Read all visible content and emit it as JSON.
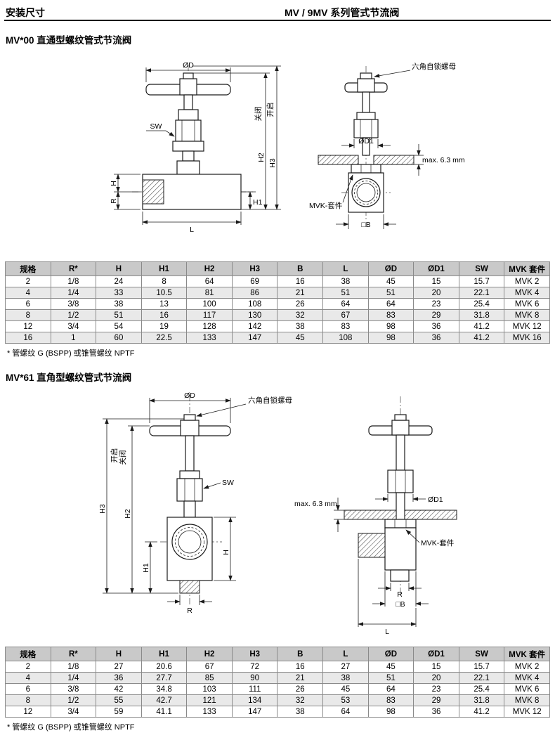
{
  "page": {
    "header_left": "安装尺寸",
    "header_right": "MV / 9MV 系列管式节流阀"
  },
  "diagram_labels": {
    "od": "ØD",
    "od1": "ØD1",
    "sw": "SW",
    "h": "H",
    "h1": "H1",
    "h2": "H2",
    "h3": "H3",
    "r": "R",
    "l": "L",
    "b": "□B",
    "open": "开启",
    "closed": "关闭",
    "hex_lock_nut": "六角自锁螺母",
    "max_panel_thickness": "max. 6.3 mm",
    "mvk_kit": "MVK-套件"
  },
  "section1": {
    "title": "MV*00 直通型螺纹管式节流阀",
    "table": {
      "headers": [
        "规格",
        "R*",
        "H",
        "H1",
        "H2",
        "H3",
        "B",
        "L",
        "ØD",
        "ØD1",
        "SW",
        "MVK 套件"
      ],
      "rows": [
        [
          "2",
          "1/8",
          "24",
          "8",
          "64",
          "69",
          "16",
          "38",
          "45",
          "15",
          "15.7",
          "MVK 2"
        ],
        [
          "4",
          "1/4",
          "33",
          "10.5",
          "81",
          "86",
          "21",
          "51",
          "51",
          "20",
          "22.1",
          "MVK 4"
        ],
        [
          "6",
          "3/8",
          "38",
          "13",
          "100",
          "108",
          "26",
          "64",
          "64",
          "23",
          "25.4",
          "MVK 6"
        ],
        [
          "8",
          "1/2",
          "51",
          "16",
          "117",
          "130",
          "32",
          "67",
          "83",
          "29",
          "31.8",
          "MVK 8"
        ],
        [
          "12",
          "3/4",
          "54",
          "19",
          "128",
          "142",
          "38",
          "83",
          "98",
          "36",
          "41.2",
          "MVK 12"
        ],
        [
          "16",
          "1",
          "60",
          "22.5",
          "133",
          "147",
          "45",
          "108",
          "98",
          "36",
          "41.2",
          "MVK 16"
        ]
      ]
    },
    "footnote": "* 管螺纹 G (BSPP) 或锥管螺纹 NPTF"
  },
  "section2": {
    "title": "MV*61 直角型螺纹管式节流阀",
    "table": {
      "headers": [
        "规格",
        "R*",
        "H",
        "H1",
        "H2",
        "H3",
        "B",
        "L",
        "ØD",
        "ØD1",
        "SW",
        "MVK 套件"
      ],
      "rows": [
        [
          "2",
          "1/8",
          "27",
          "20.6",
          "67",
          "72",
          "16",
          "27",
          "45",
          "15",
          "15.7",
          "MVK 2"
        ],
        [
          "4",
          "1/4",
          "36",
          "27.7",
          "85",
          "90",
          "21",
          "38",
          "51",
          "20",
          "22.1",
          "MVK 4"
        ],
        [
          "6",
          "3/8",
          "42",
          "34.8",
          "103",
          "111",
          "26",
          "45",
          "64",
          "23",
          "25.4",
          "MVK 6"
        ],
        [
          "8",
          "1/2",
          "55",
          "42.7",
          "121",
          "134",
          "32",
          "53",
          "83",
          "29",
          "31.8",
          "MVK 8"
        ],
        [
          "12",
          "3/4",
          "59",
          "41.1",
          "133",
          "147",
          "38",
          "64",
          "98",
          "36",
          "41.2",
          "MVK 12"
        ]
      ]
    },
    "footnote": "* 管螺纹 G (BSPP) 或锥管螺纹 NPTF"
  }
}
